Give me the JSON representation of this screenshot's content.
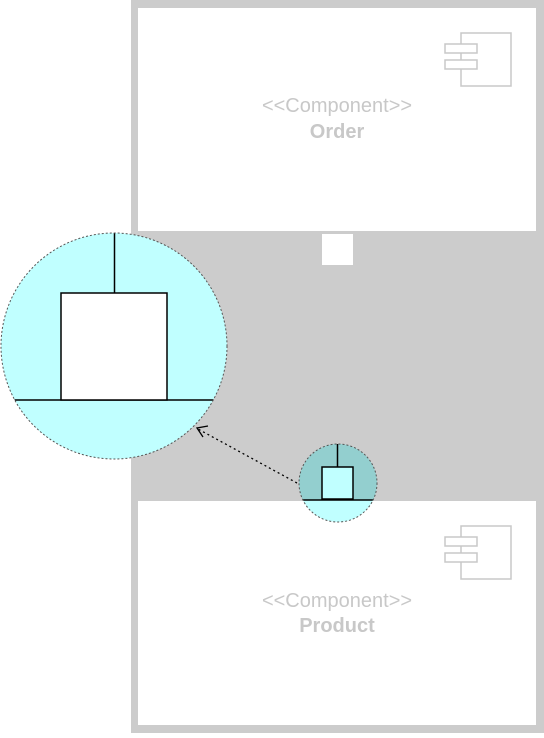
{
  "diagram": {
    "components": [
      {
        "stereotype": "<<Component>>",
        "name": "Order"
      },
      {
        "stereotype": "<<Component>>",
        "name": "Product"
      }
    ],
    "colors": {
      "frame": "#cccccc",
      "component_fill": "#ffffff",
      "component_text": "#c8c8c8",
      "zoom_fill": "#c0ffff",
      "small_zoom_fill": "#93cfcf",
      "line": "#000000"
    }
  }
}
